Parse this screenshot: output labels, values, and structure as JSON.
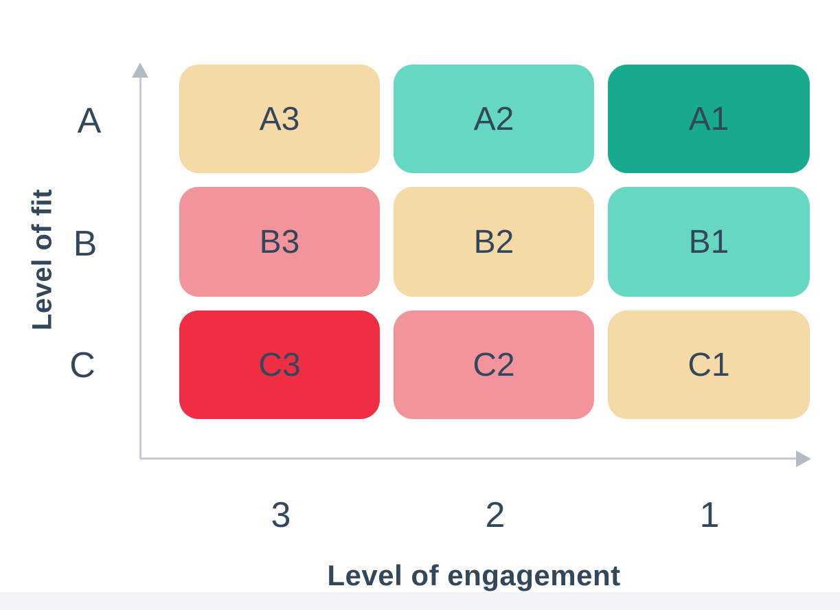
{
  "figure": {
    "y_axis": {
      "title": "Level of fit",
      "categories": [
        "A",
        "B",
        "C"
      ]
    },
    "x_axis": {
      "title": "Level of engagement",
      "categories": [
        "3",
        "2",
        "1"
      ]
    }
  },
  "matrix": {
    "rows": [
      {
        "label": "A",
        "cells": [
          {
            "label": "A3",
            "color": "#f5d9a6"
          },
          {
            "label": "A2",
            "color": "#66d7c1"
          },
          {
            "label": "A1",
            "color": "#18aa8c"
          }
        ]
      },
      {
        "label": "B",
        "cells": [
          {
            "label": "B3",
            "color": "#f3949c"
          },
          {
            "label": "B2",
            "color": "#f5d9a6"
          },
          {
            "label": "B1",
            "color": "#66d7c1"
          }
        ]
      },
      {
        "label": "C",
        "cells": [
          {
            "label": "C3",
            "color": "#ef2d43"
          },
          {
            "label": "C2",
            "color": "#f3949c"
          },
          {
            "label": "C1",
            "color": "#f5d9a6"
          }
        ]
      }
    ]
  },
  "chart_data": {
    "type": "heatmap",
    "title": "",
    "xlabel": "Level of engagement",
    "ylabel": "Level of fit",
    "x_categories": [
      "3",
      "2",
      "1"
    ],
    "y_categories": [
      "A",
      "B",
      "C"
    ],
    "cells": [
      [
        "A3",
        "A2",
        "A1"
      ],
      [
        "B3",
        "B2",
        "B1"
      ],
      [
        "C3",
        "C2",
        "C1"
      ]
    ],
    "cell_colors": [
      [
        "#f5d9a6",
        "#66d7c1",
        "#18aa8c"
      ],
      [
        "#f3949c",
        "#f5d9a6",
        "#66d7c1"
      ],
      [
        "#ef2d43",
        "#f3949c",
        "#f5d9a6"
      ]
    ],
    "legend_position": "none",
    "grid": false
  },
  "colors": {
    "text_navy": "#33475b",
    "axis_line": "#c5cbd3",
    "axis_arrow": "#b3bbc5",
    "bottom_band": "#f4f4f6"
  }
}
